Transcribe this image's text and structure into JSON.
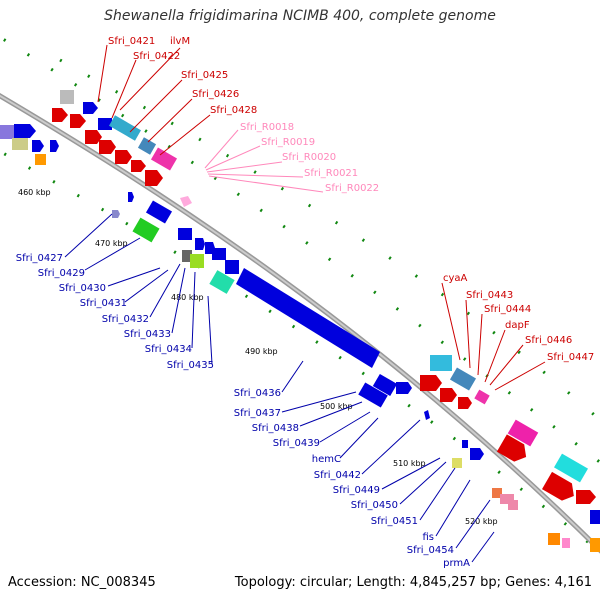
{
  "title": "Shewanella frigidimarina NCIMB 400, complete genome",
  "footer": {
    "accession": "Accession: NC_008345",
    "topology": "Topology: circular; Length: 4,845,257 bp; Genes: 4,161"
  },
  "colors": {
    "backbone": "#999999",
    "forward_label": "#cc0000",
    "reverse_label": "#0000aa",
    "rna_label": "#ff88bb",
    "tick": "#118811"
  },
  "scale": {
    "ticks": [
      "460 kbp",
      "470 kbp",
      "480 kbp",
      "490 kbp",
      "500 kbp",
      "510 kbp",
      "520 kbp"
    ]
  },
  "labels": {
    "forward": [
      "Sfri_0421",
      "ilvM",
      "Sfri_0422",
      "Sfri_0425",
      "Sfri_0426",
      "Sfri_0428",
      "cyaA",
      "Sfri_0443",
      "Sfri_0444",
      "dapF",
      "Sfri_0446",
      "Sfri_0447"
    ],
    "rna": [
      "Sfri_R0018",
      "Sfri_R0019",
      "Sfri_R0020",
      "Sfri_R0021",
      "Sfri_R0022"
    ],
    "reverse": [
      "Sfri_0427",
      "Sfri_0429",
      "Sfri_0430",
      "Sfri_0431",
      "Sfri_0432",
      "Sfri_0433",
      "Sfri_0434",
      "Sfri_0435",
      "Sfri_0436",
      "Sfri_0437",
      "Sfri_0438",
      "Sfri_0439",
      "hemC",
      "Sfri_0442",
      "Sfri_0449",
      "Sfri_0450",
      "Sfri_0451",
      "fis",
      "Sfri_0454",
      "prmA"
    ]
  }
}
